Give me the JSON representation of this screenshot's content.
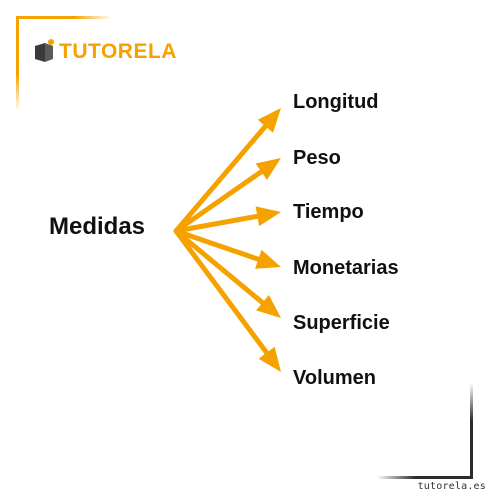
{
  "brand": {
    "logo_text": "TUTORELA",
    "accent_color": "#f5a200",
    "icon": "tutorela-logo-icon"
  },
  "diagram": {
    "type": "tree",
    "arrow_color": "#f5a200",
    "root": "Medidas",
    "branches": [
      "Longitud",
      "Peso",
      "Tiempo",
      "Monetarias",
      "Superficie",
      "Volumen"
    ]
  },
  "watermark": "tutorela.es"
}
